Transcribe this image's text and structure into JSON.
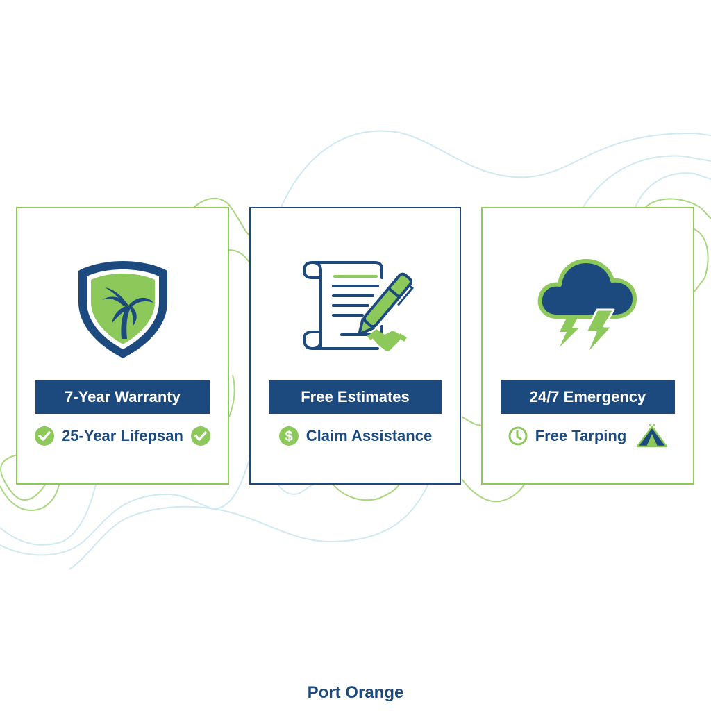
{
  "colors": {
    "navy": "#1d4a7e",
    "green": "#8cc95a",
    "wave_blue": "#cfe9f0",
    "wave_green": "#a9d67e"
  },
  "cards": [
    {
      "icon": "shield-palm-icon",
      "title": "7-Year Warranty",
      "sub_label": "25-Year Lifepsan",
      "sub_icon_left": "check-circle-icon",
      "sub_icon_right": "check-circle-icon",
      "border": "green"
    },
    {
      "icon": "contract-pen-handshake-icon",
      "title": "Free Estimates",
      "sub_label": "Claim Assistance",
      "sub_icon_left": "dollar-circle-icon",
      "border": "blue"
    },
    {
      "icon": "storm-cloud-lightning-icon",
      "title": "24/7 Emergency",
      "sub_label": "Free Tarping",
      "sub_icon_left": "clock-icon",
      "sub_icon_right": "tent-icon",
      "border": "green"
    }
  ],
  "footer": {
    "location": "Port Orange"
  }
}
